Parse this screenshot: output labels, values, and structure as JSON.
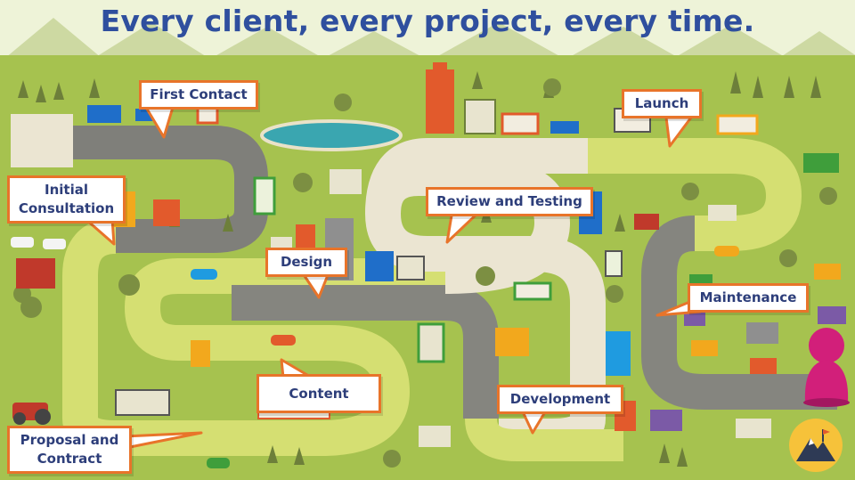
{
  "title": "Every client, every project, every time.",
  "stages": {
    "first_contact": "First Contact",
    "initial_consultation": "Initial Consultation",
    "design": "Design",
    "review_testing": "Review and Testing",
    "launch": "Launch",
    "maintenance": "Maintenance",
    "content": "Content",
    "development": "Development",
    "proposal_contract": "Proposal and Contract"
  },
  "icons": {
    "player_piece": "pawn-icon",
    "brand_logo": "mountain-logo-icon"
  },
  "colors": {
    "title": "#2f4f9e",
    "callout_border": "#e8742a",
    "callout_text": "#2d3e7a",
    "road": "#8a8a84",
    "road_light": "#ece6d4",
    "road_green": "#d6e26e",
    "grass": "#a6c24f",
    "pawn": "#d21f7a",
    "logo_circle": "#f6c23a"
  }
}
